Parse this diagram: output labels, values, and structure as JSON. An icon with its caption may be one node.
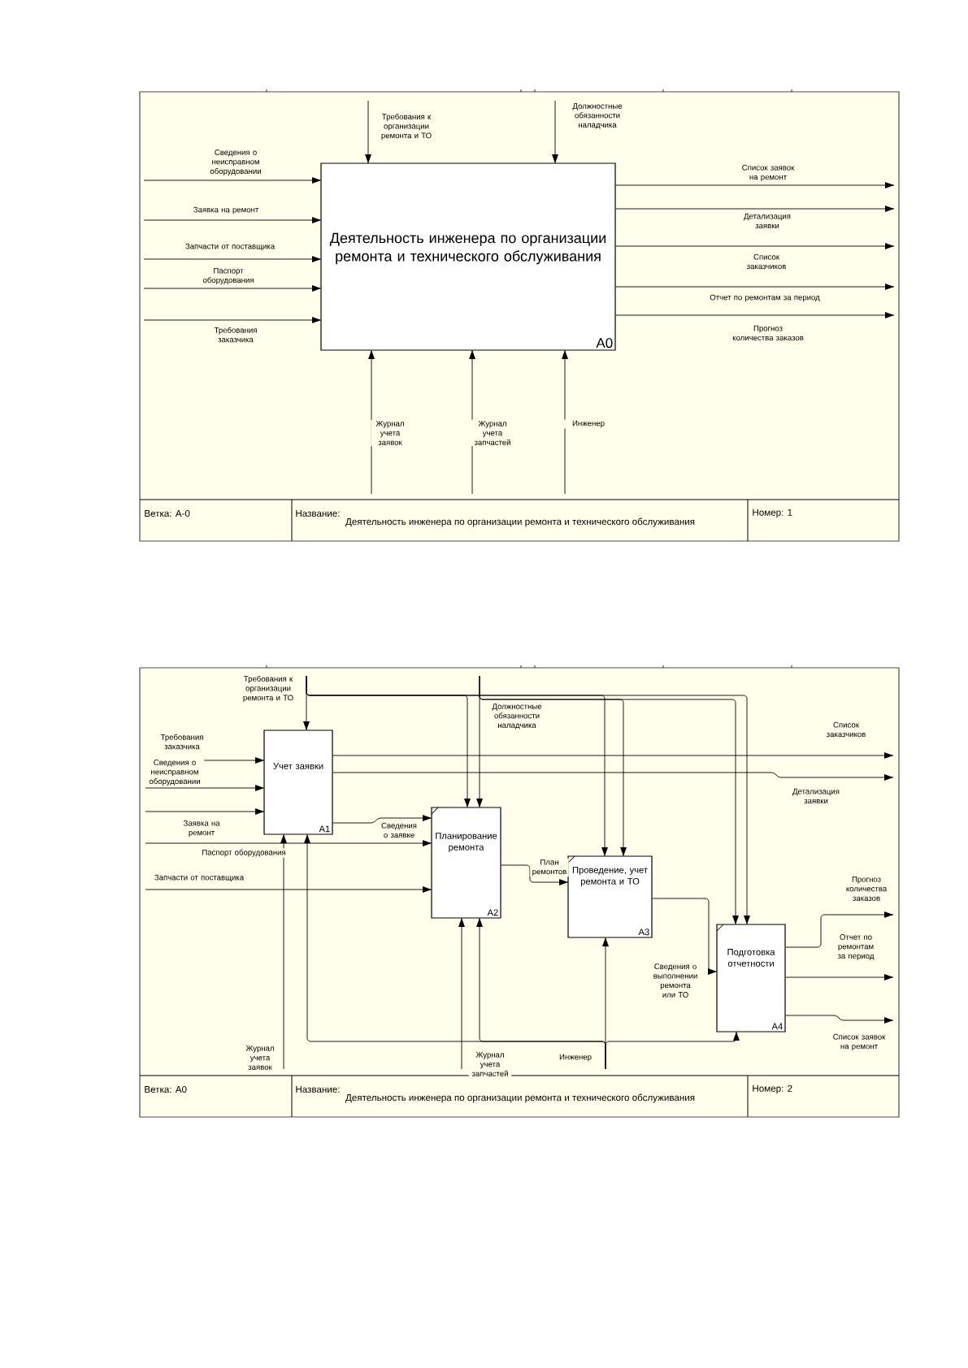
{
  "diagram": {
    "nodes": [
      {
        "text": [
          "Деятельность инженера по организации ремонта и технического обслуживания",
          "A0"
        ]
      },
      {
        "text": [
          "Учет заявки",
          "A1"
        ]
      },
      {
        "text": [
          "Планирование ремонта",
          "A2"
        ]
      },
      {
        "text": [
          "Проведение, учет ремонта и ТО",
          "A3"
        ]
      },
      {
        "text": [
          "Подготовка отчетности",
          "A4"
        ]
      }
    ],
    "edges": [
      {
        "from": null,
        "to": 0,
        "arrow": "to",
        "label": "Сведения о неисправном оборудовании"
      },
      {
        "from": null,
        "to": 0,
        "arrow": "to",
        "label": "Заявка на ремонт"
      },
      {
        "from": null,
        "to": 0,
        "arrow": "to",
        "label": "Запчасти от поставщика"
      },
      {
        "from": null,
        "to": 0,
        "arrow": "to",
        "label": "Паспорт оборудования"
      },
      {
        "from": null,
        "to": 0,
        "arrow": "to",
        "label": "Требования заказчика"
      },
      {
        "from": null,
        "to": 0,
        "arrow": "to",
        "label": "Требования к организации ремонта и ТО"
      },
      {
        "from": null,
        "to": 0,
        "arrow": "to",
        "label": "Должностные обязанности наладчика"
      },
      {
        "from": 0,
        "to": null,
        "arrow": "to",
        "label": "Список заявок на ремонт"
      },
      {
        "from": 0,
        "to": null,
        "arrow": "to",
        "label": "Детализация заявки"
      },
      {
        "from": 0,
        "to": null,
        "arrow": "to",
        "label": "Список заказчиков"
      },
      {
        "from": 0,
        "to": null,
        "arrow": "to",
        "label": "Отчет по ремонтам за период"
      },
      {
        "from": 0,
        "to": null,
        "arrow": "to",
        "label": "Прогноз количества заказов"
      },
      {
        "from": null,
        "to": 0,
        "arrow": "to",
        "label": "Журнал учета заявок"
      },
      {
        "from": null,
        "to": 0,
        "arrow": "to",
        "label": "Журнал учета запчастей"
      },
      {
        "from": null,
        "to": 0,
        "arrow": "to",
        "label": "Инженер"
      },
      {
        "from": null,
        "to": 1,
        "arrow": "to",
        "label": "Требования заказчика"
      },
      {
        "from": null,
        "to": 1,
        "arrow": "to",
        "label": "Сведения о неисправном оборудовании"
      },
      {
        "from": null,
        "to": 1,
        "arrow": "to",
        "label": "Заявка на ремонт"
      },
      {
        "from": null,
        "to": 2,
        "arrow": "to",
        "label": "Паспорт оборудования"
      },
      {
        "from": null,
        "to": 2,
        "arrow": "to",
        "label": "Запчасти от поставщика"
      },
      {
        "from": null,
        "to": 1,
        "arrow": "to",
        "label": "Требования к организации ремонта и ТО"
      },
      {
        "from": null,
        "to": 2,
        "arrow": "to"
      },
      {
        "from": null,
        "to": 3,
        "arrow": "to"
      },
      {
        "from": null,
        "to": 4,
        "arrow": "to"
      },
      {
        "from": null,
        "to": 2,
        "arrow": "to"
      },
      {
        "from": null,
        "to": 3,
        "arrow": "to",
        "label": "Должностные обязанности наладчика"
      },
      {
        "from": null,
        "to": 4,
        "arrow": "to"
      },
      {
        "from": 1,
        "to": null,
        "arrow": "to",
        "label": "Список заказчиков"
      },
      {
        "from": 1,
        "to": null,
        "arrow": "to",
        "label": "Детализация заявки"
      },
      {
        "from": 1,
        "to": 2,
        "arrow": "to",
        "label": "Сведения о заявке"
      },
      {
        "from": 2,
        "to": 3,
        "arrow": "to",
        "label": "План ремонтов"
      },
      {
        "from": 3,
        "to": 4,
        "arrow": "to",
        "label": "Сведения о выполнении ремонта или ТО"
      },
      {
        "from": 4,
        "to": null,
        "arrow": "to",
        "label": "Прогноз количества заказов"
      },
      {
        "from": 4,
        "to": null,
        "arrow": "to",
        "label": "Отчет по ремонтам за период"
      },
      {
        "from": 4,
        "to": null,
        "arrow": "to",
        "label": "Список заявок на ремонт"
      },
      {
        "from": null,
        "to": 1,
        "arrow": "to",
        "label": "Журнал учета заявок"
      },
      {
        "from": null,
        "to": 2,
        "arrow": "to",
        "label": "Журнал учета запчастей"
      },
      {
        "from": null,
        "to": 3,
        "arrow": "to",
        "label": "Инженер"
      },
      {
        "from": null,
        "to": 1,
        "arrow": "to"
      },
      {
        "from": null,
        "to": 2,
        "arrow": "to"
      },
      {
        "from": null,
        "to": 4,
        "arrow": "to"
      }
    ],
    "labels": [
      "Ветка: A-0",
      "Название:",
      "Деятельность инженера по организации ремонта и технического обслуживания",
      "Номер: 1",
      "Ветка: A0",
      "Название:",
      "Деятельность инженера по организации ремонта и технического обслуживания",
      "Номер: 2"
    ]
  }
}
